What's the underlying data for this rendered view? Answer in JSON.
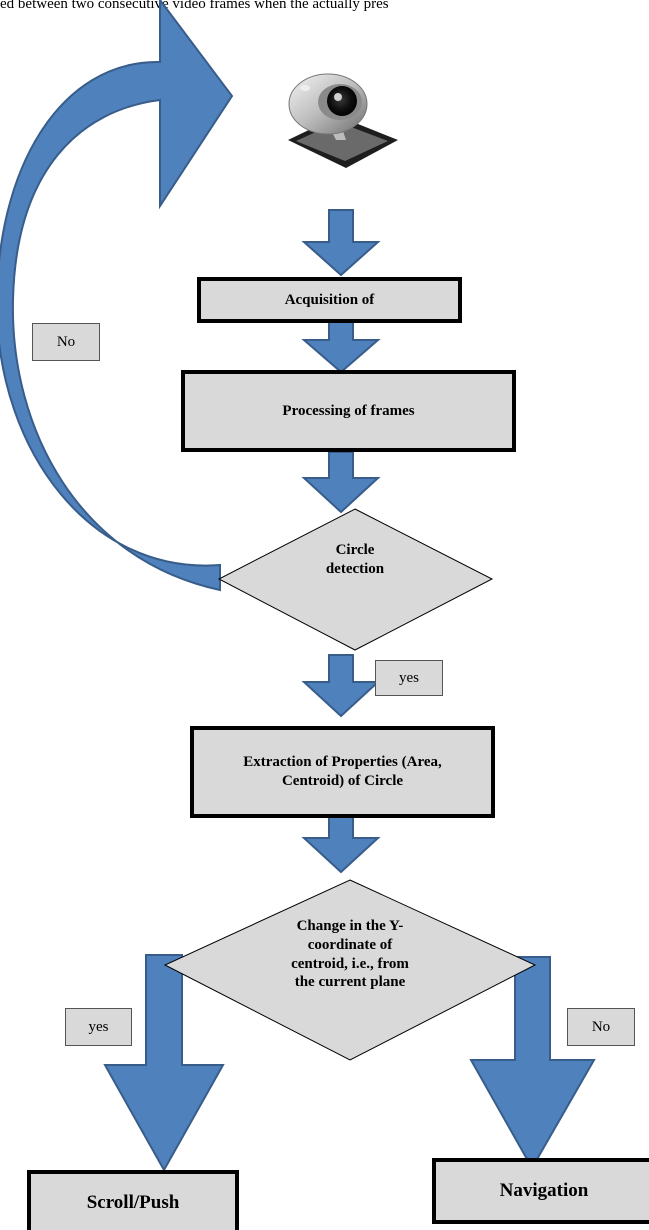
{
  "header_text": "ed between two consecutive video frames when the actually pres",
  "nodes": {
    "acquisition": "Acquisition of",
    "processing": "Processing of frames",
    "circle_detection": "Circle\ndetection",
    "extraction": "Extraction of Properties (Area,\nCentroid) of Circle",
    "change_decision": "Change in the Y-\ncoordinate of\ncentroid, i.e., from\nthe current plane",
    "scroll_push": "Scroll/Push",
    "navigation": "Navigation"
  },
  "edge_labels": {
    "no_loop": "No",
    "yes_circle": "yes",
    "yes_scroll": "yes",
    "no_navigation": "No"
  },
  "colors": {
    "arrow_fill": "#4f81bd",
    "arrow_stroke": "#385d8a",
    "box_fill": "#d9d9d9",
    "border": "#000000"
  },
  "icons": {
    "webcam": "webcam-icon"
  }
}
